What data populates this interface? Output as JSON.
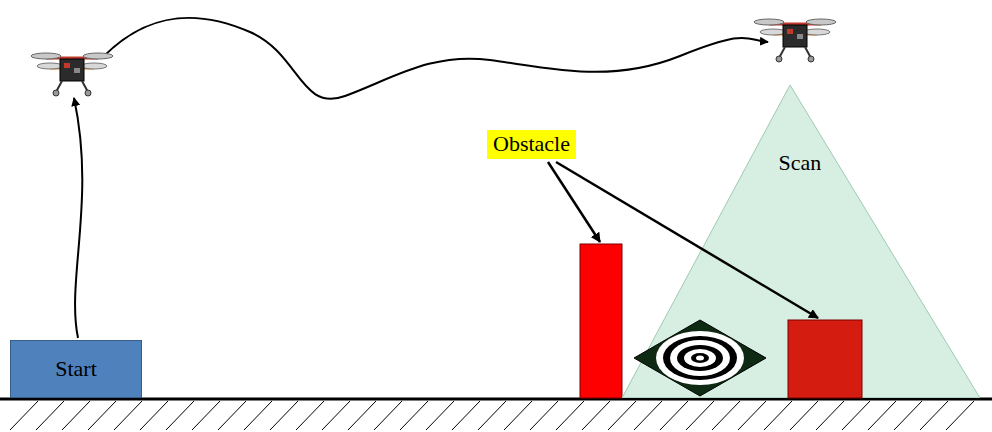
{
  "diagram": {
    "nodes": [
      {
        "text": [
          "Start"
        ]
      },
      {
        "text": [
          "Obstacle"
        ]
      },
      {
        "text": [
          "Scan"
        ]
      }
    ]
  }
}
